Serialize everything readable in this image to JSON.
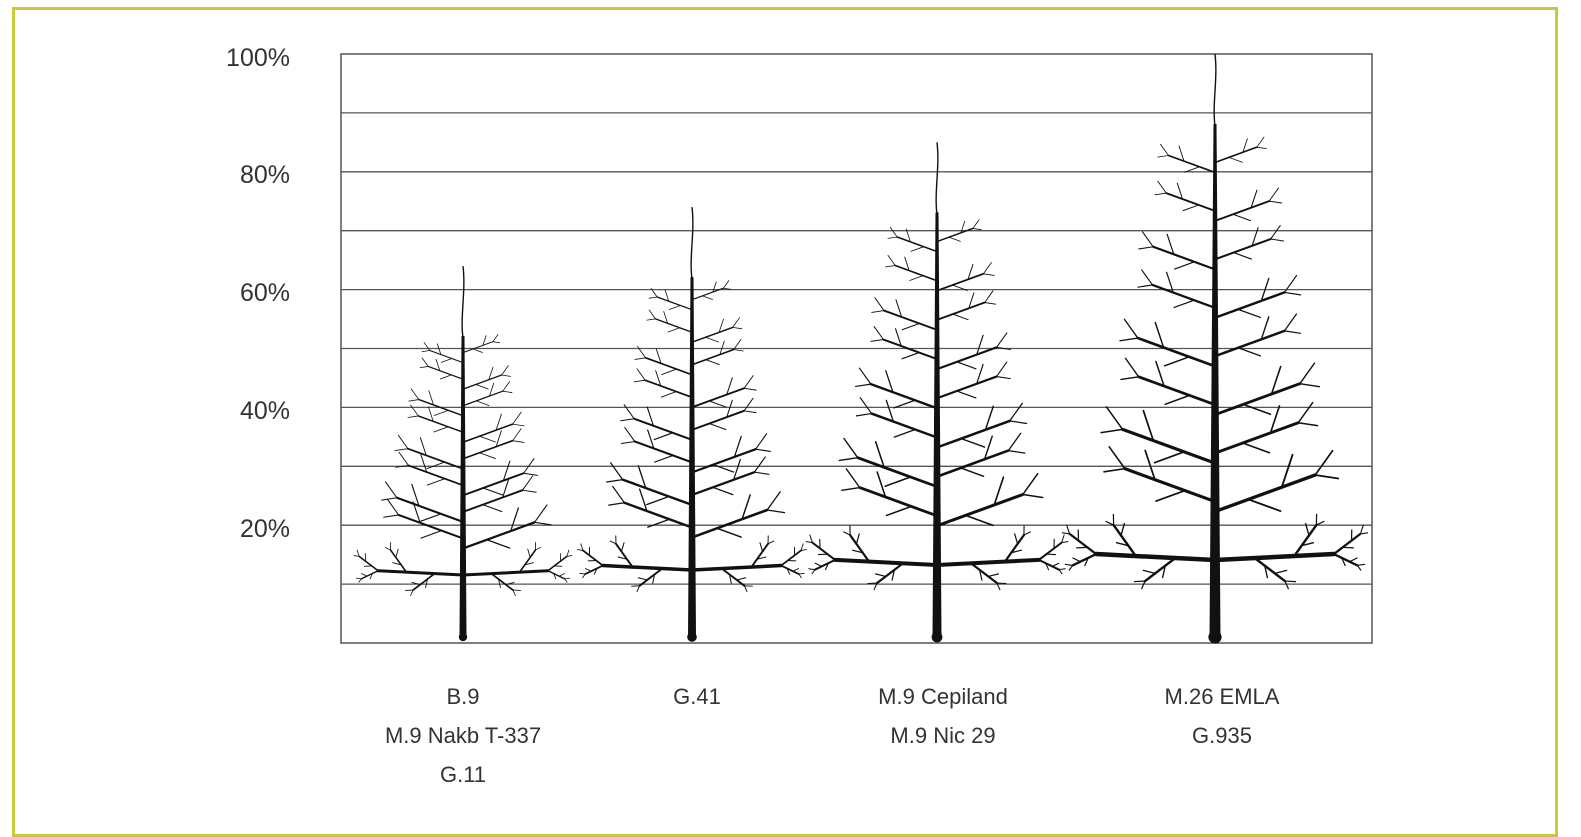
{
  "chart_data": {
    "type": "bar",
    "title": "",
    "xlabel": "",
    "ylabel": "",
    "ylim": [
      0,
      100
    ],
    "y_ticks": [
      "100%",
      "80%",
      "60%",
      "40%",
      "20%"
    ],
    "grid": true,
    "categories": [
      {
        "lines": [
          "B.9",
          "M.9 Nakb T-337",
          "G.11"
        ],
        "height_pct": 64
      },
      {
        "lines": [
          "G.41"
        ],
        "height_pct": 74
      },
      {
        "lines": [
          "M.9 Cepiland",
          "M.9 Nic 29"
        ],
        "height_pct": 85
      },
      {
        "lines": [
          "M.26 EMLA",
          "G.935"
        ],
        "height_pct": 100
      }
    ],
    "values": [
      64,
      74,
      85,
      100
    ],
    "mark": "tree-silhouette",
    "colors": {
      "frame_border": "#c6cc35",
      "grid": "#555555",
      "tree": "#111111"
    }
  }
}
